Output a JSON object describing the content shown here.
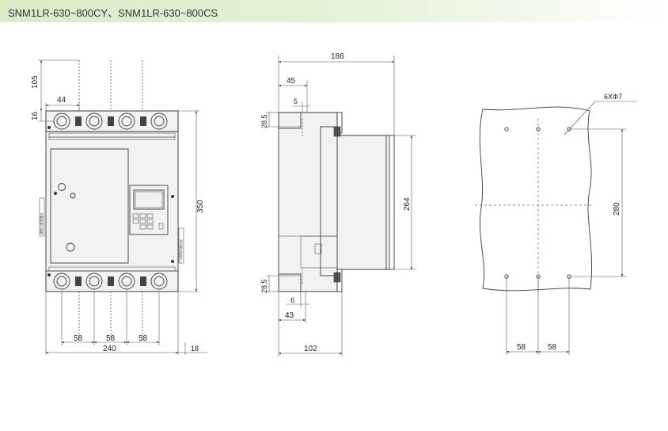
{
  "title": "SNM1LR-630~800CY、SNM1LR-630~800CS",
  "front_view": {
    "dims": {
      "top_height": "105",
      "terminal_width": "44",
      "terminal_height": "16",
      "height": "350",
      "pitch_1": "58",
      "pitch_2": "58",
      "pitch_3": "58",
      "width": "240",
      "side_offset": "18"
    },
    "side_label_left": "辅助与报警触头",
    "side_label_right": "可调脱扣器设定"
  },
  "side_view": {
    "dims": {
      "overall_depth": "186",
      "depth_45": "45",
      "gap_5": "5",
      "top_offset": "28.5",
      "body_height": "264",
      "bottom_offset": "28.5",
      "gap_6": "6",
      "depth_43": "43",
      "base_depth": "102"
    }
  },
  "mount_view": {
    "dims": {
      "holes": "6XΦ7",
      "vertical_spacing": "280",
      "pitch_1": "58",
      "pitch_2": "58"
    }
  }
}
